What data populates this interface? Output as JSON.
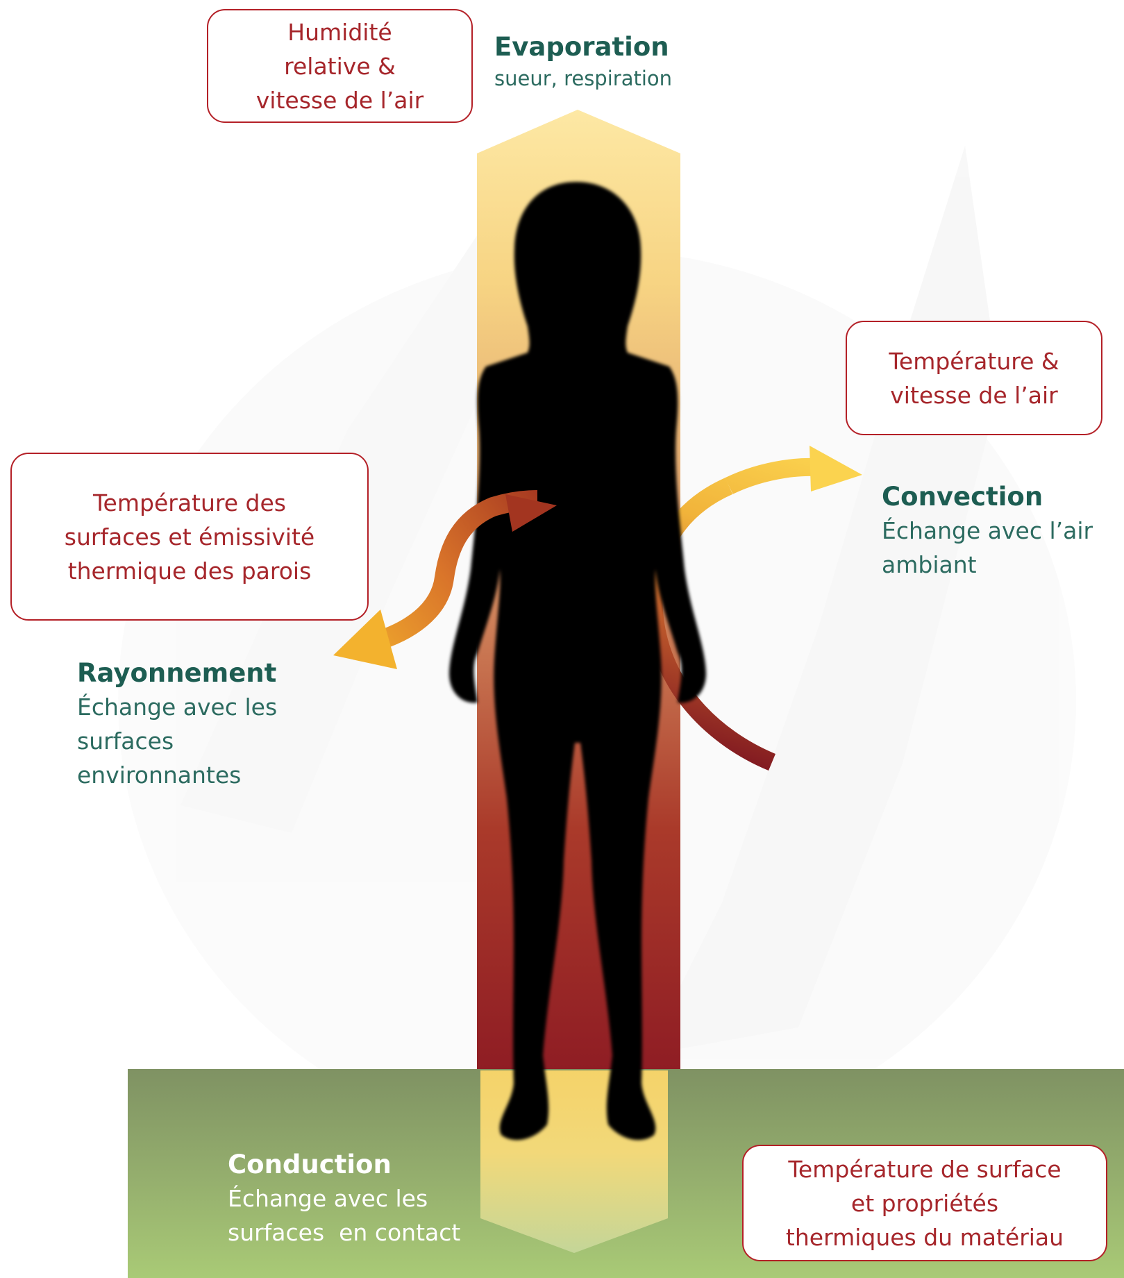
{
  "colors": {
    "box_border": "#b42027",
    "box_text": "#a6262b",
    "label_green": "#1d5d52",
    "floor_top": "#7f9263",
    "floor_bottom": "#a9ca76",
    "silhouette": "#000000"
  },
  "boxes": {
    "evaporation_factors": [
      "Humidité",
      "relative &",
      "vitesse de l’air"
    ],
    "convection_factors": [
      "Température &",
      "vitesse de l’air"
    ],
    "radiation_factors": [
      "Température des",
      "surfaces et émissivité",
      "thermique des parois"
    ],
    "conduction_factors": [
      "Température de surface",
      "et propriétés",
      "thermiques du matériau"
    ]
  },
  "labels": {
    "evaporation": {
      "title": "Evaporation",
      "lines": [
        "sueur, respiration"
      ]
    },
    "convection": {
      "title": "Convection",
      "lines": [
        "Échange avec l’air",
        "ambiant"
      ]
    },
    "radiation": {
      "title": "Rayonnement",
      "lines": [
        "Échange avec les",
        "surfaces",
        "environnantes"
      ]
    },
    "conduction": {
      "title": "Conduction",
      "lines": [
        "Échange avec les",
        "surfaces  en contact"
      ]
    }
  },
  "icons": {
    "person": "human-silhouette-icon",
    "evaporation_arrow": "up-arrow-icon",
    "convection_arrow": "curved-arrow-icon",
    "radiation_arrow": "double-curved-arrow-icon",
    "conduction_arrow": "down-arrow-icon"
  }
}
